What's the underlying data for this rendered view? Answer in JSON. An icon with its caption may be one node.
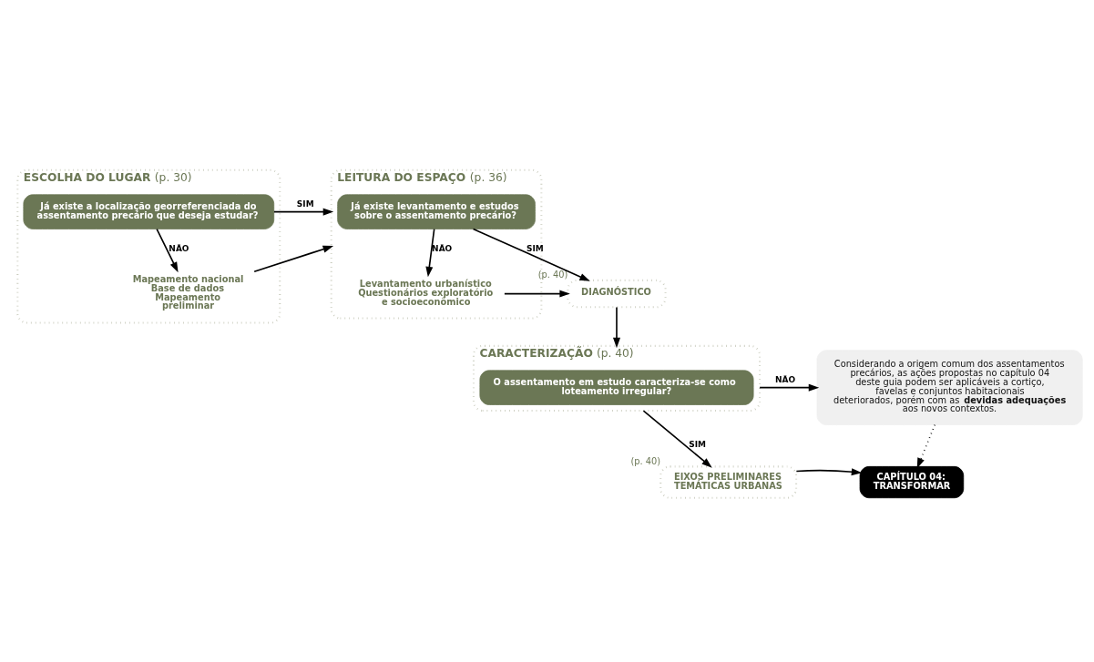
{
  "diagram": {
    "nodes": [
      {
        "text": [
          "**ESCOLHA DO LUGAR** (p. 30)"
        ]
      },
      {
        "text": [
          "Já existe a localização georreferenciada do assentamento precário que deseja estudar?"
        ],
        "in": 0
      },
      {
        "text": [
          "Mapeamento nacional Base de dados Mapeamento preliminar"
        ],
        "in": 0
      },
      {
        "text": [
          "**LEITURA DO ESPAÇO** (p. 36)"
        ]
      },
      {
        "text": [
          "Já existe levantamento e estudos sobre o assentamento precário?"
        ],
        "in": 3
      },
      {
        "text": [
          "Levantamento urbanístico Questionários exploratório e socioeconômico"
        ],
        "in": 3
      },
      {
        "text": [
          "DIAGNÓSTICO"
        ],
        "beside": [
          "(p. 40)"
        ]
      },
      {
        "text": [
          "**CARACTERIZAÇÃO** (p. 40)"
        ]
      },
      {
        "text": [
          "O assentamento em estudo caracteriza-se como loteamento irregular?"
        ],
        "in": 7
      },
      {
        "text": [
          "Considerando a origem comum dos assentamentos precários, as ações propostas no capítulo 04 deste guia podem ser aplicáveis a cortiço, favelas e conjuntos habitacionais deteriorados, porém com as **devidas adequações** aos novos contextos."
        ]
      },
      {
        "text": [
          "CAPÍTULO 04: TRANSFORMAR"
        ]
      },
      {
        "text": [
          "EIXOS PRELIMINARES TEMÁTICAS URBANAS"
        ],
        "beside": [
          "(p. 40)"
        ]
      }
    ],
    "edges": [
      {
        "from": 1,
        "to": 3,
        "arrow": "to",
        "label": "SIM"
      },
      {
        "from": 1,
        "to": 2,
        "arrow": "to",
        "label": "NÃO"
      },
      {
        "from": 2,
        "to": 3,
        "arrow": "to"
      },
      {
        "from": 4,
        "to": 6,
        "arrow": "to",
        "label": "SIM"
      },
      {
        "from": 4,
        "to": 5,
        "arrow": "to",
        "label": "NÃO"
      },
      {
        "from": 5,
        "to": 6,
        "arrow": "to"
      },
      {
        "from": 6,
        "to": 7,
        "arrow": "to"
      },
      {
        "from": 7,
        "to": 9,
        "arrow": "to",
        "label": "NÃO"
      },
      {
        "from": 7,
        "to": 11,
        "arrow": "to",
        "label": "SIM"
      },
      {
        "from": 11,
        "to": 10,
        "arrow": "to"
      },
      {
        "from": 9,
        "to": 10,
        "arrow": "to",
        "style": "dashed"
      }
    ]
  }
}
